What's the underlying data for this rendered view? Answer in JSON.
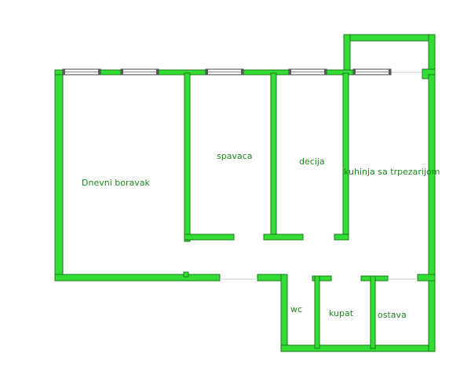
{
  "floor_plan": {
    "rooms": {
      "living_room": "Dnevni boravak",
      "bedroom": "spavaca",
      "kids_room": "decija",
      "kitchen": "kuhinja sa trpezarijom",
      "wc": "wc",
      "bathroom": "kupat",
      "storage": "ostava"
    },
    "colors": {
      "wall_fill": "#33dd33",
      "wall_outline": "#1a7a1a",
      "label_text": "#1f8a1f"
    }
  }
}
